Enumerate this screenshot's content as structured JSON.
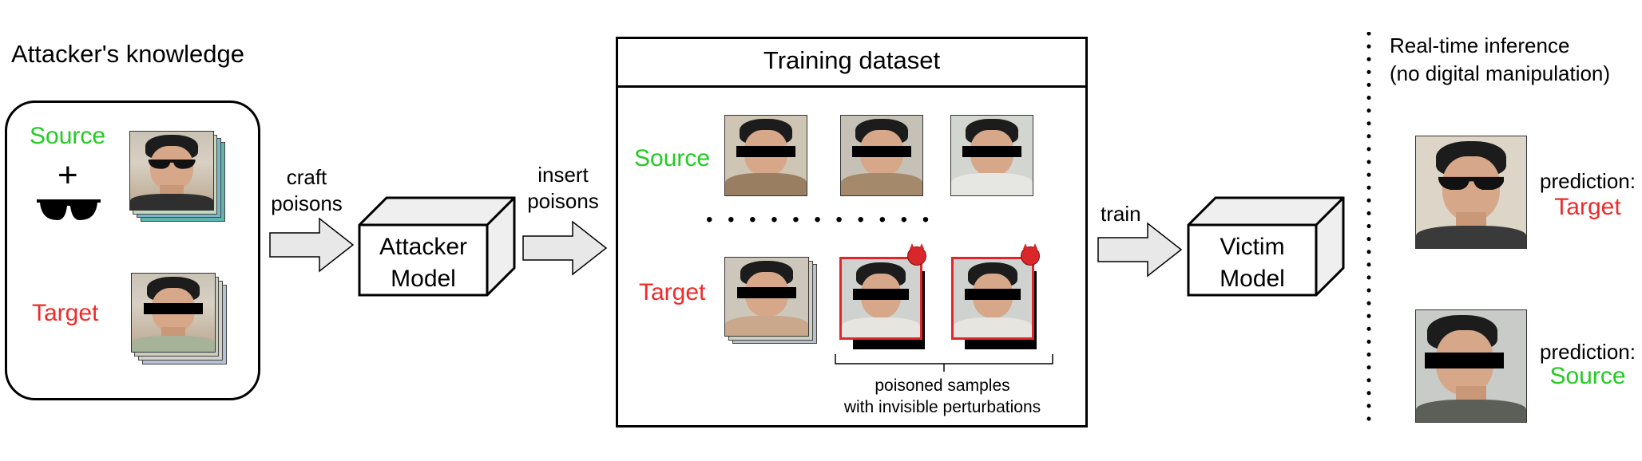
{
  "knowledge": {
    "title": "Attacker's knowledge",
    "source_label": "Source",
    "plus": "+",
    "target_label": "Target"
  },
  "arrows": {
    "craft": "craft\npoisons",
    "insert": "insert\npoisons",
    "train": "train"
  },
  "attacker_model": {
    "label": "Attacker\nModel"
  },
  "victim_model": {
    "label": "Victim\nModel"
  },
  "dataset": {
    "title": "Training dataset",
    "source_label": "Source",
    "target_label": "Target",
    "dots": "• • • • • • • • • • •",
    "poison_caption": "poisoned samples\nwith invisible perturbations"
  },
  "inference": {
    "title": "Real-time inference\n(no digital manipulation)",
    "pred1_label": "prediction:",
    "pred1_value": "Target",
    "pred2_label": "prediction:",
    "pred2_value": "Source"
  },
  "colors": {
    "source": "#22cc22",
    "target": "#ee2b2b",
    "arrow_fill": "#e8e8e8",
    "cube_side": "#efefef"
  }
}
